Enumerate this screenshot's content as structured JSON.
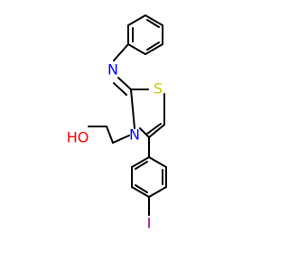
{
  "molecule": {
    "atoms": {
      "N_imine": {
        "label": "N",
        "color": "#0000ff"
      },
      "S_ring": {
        "label": "S",
        "color": "#c8c800"
      },
      "N_ring": {
        "label": "N",
        "color": "#0000ff"
      },
      "O_hydroxyl": {
        "label": "HO",
        "color": "#ff0000"
      },
      "I_halogen": {
        "label": "I",
        "color": "#940094"
      }
    }
  }
}
